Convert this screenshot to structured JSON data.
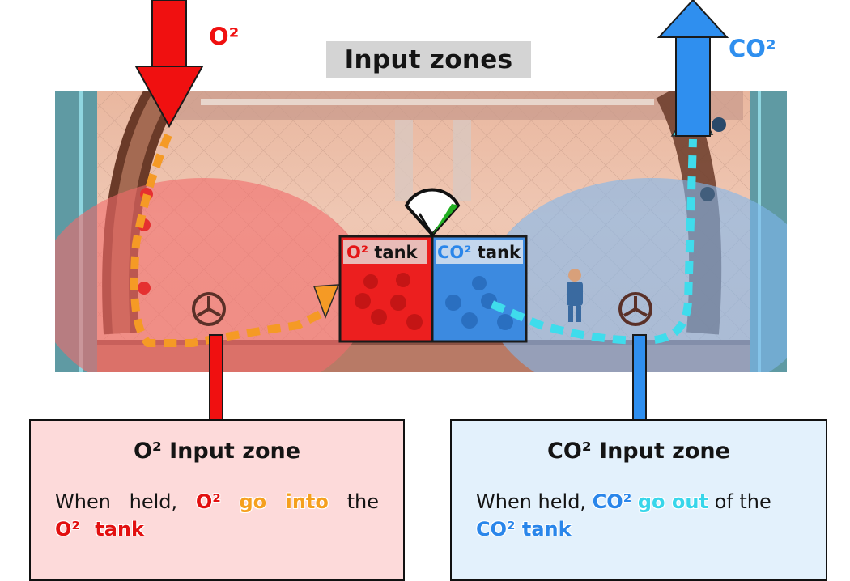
{
  "title": "Input zones",
  "labels": {
    "o2_arrow": "O²",
    "co2_arrow": "CO²",
    "o2_tank": "O² tank",
    "co2_tank": "CO² tank"
  },
  "o2_zone": {
    "title": "O² Input zone",
    "desc": {
      "prefix": "When held, ",
      "gas": "O²",
      "action": "go into",
      "mid": " the ",
      "tank": "O² tank"
    }
  },
  "co2_zone": {
    "title": "CO² Input zone",
    "desc": {
      "prefix": "When held, ",
      "gas": "CO²",
      "action": "go out",
      "mid": " of the ",
      "tank": "CO² tank"
    }
  },
  "colors": {
    "o2": "#f01010",
    "co2": "#2f8fef",
    "o2_path": "#f59a25",
    "co2_path": "#3fdcec",
    "o2_zone_fill": "#f26a6a",
    "co2_zone_fill": "#7fb8ee"
  },
  "icons": [
    "fan-icon",
    "gauge-icon",
    "arrow-down-icon",
    "arrow-up-icon",
    "worker-icon"
  ]
}
